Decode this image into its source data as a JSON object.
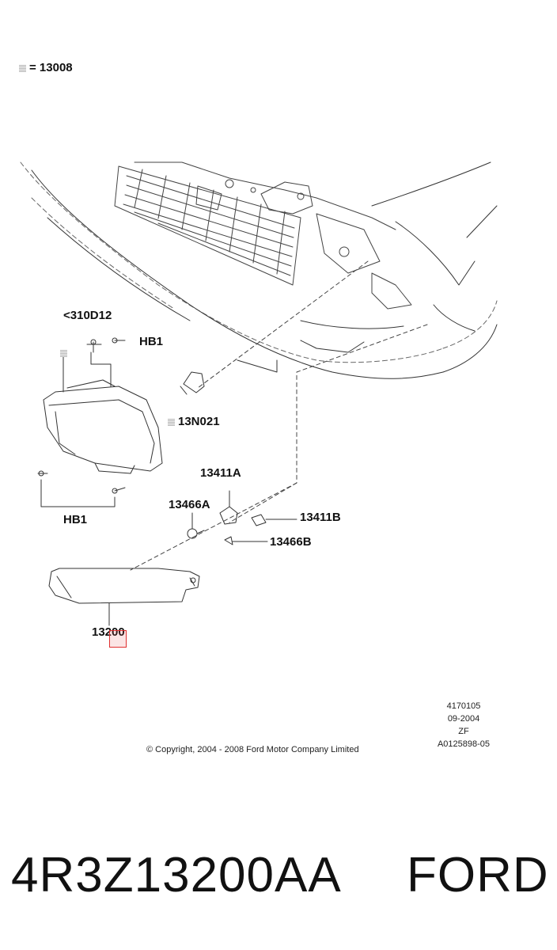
{
  "legend": {
    "symbol": "hatched-square-icon",
    "text": "= 13008"
  },
  "labels": {
    "l310d12": "<310D12",
    "hb1_top": "HB1",
    "n13n021": "13N021",
    "hb1_bottom": "HB1",
    "n13411a": "13411A",
    "n13466a": "13466A",
    "n13411b": "13411B",
    "n13466b": "13466B",
    "n13200": "13200"
  },
  "meta": {
    "line1": "4170105",
    "line2": "09-2004",
    "line3": "ZF",
    "line4": "A0125898-05"
  },
  "copyright": "© Copyright, 2004 - 2008 Ford Motor Company Limited",
  "part_number": "4R3Z13200AA",
  "brand": "FORD",
  "colors": {
    "highlight": "#e03030",
    "line": "#222222"
  }
}
